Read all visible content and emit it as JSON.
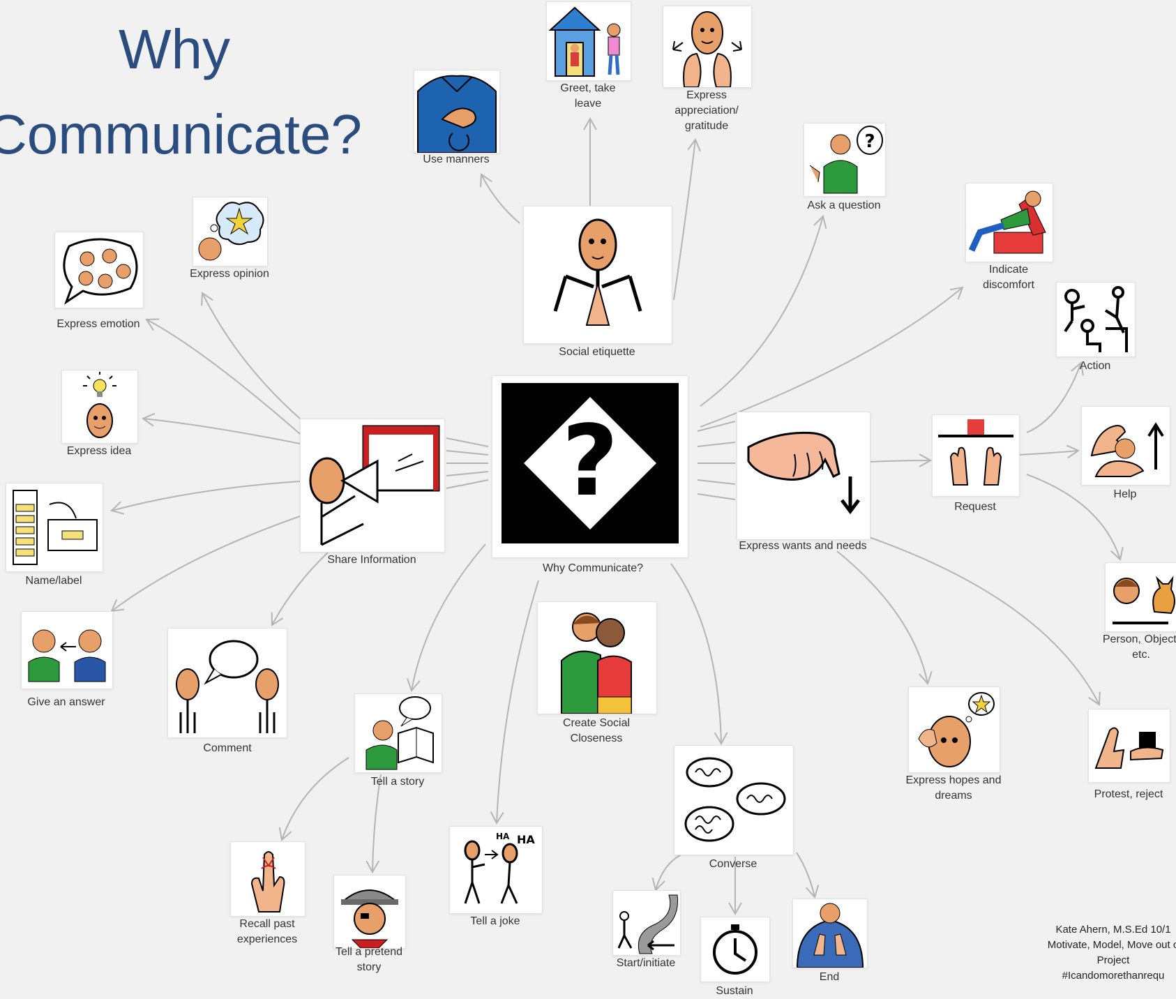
{
  "title": {
    "line1": "Why",
    "line2": "Communicate?"
  },
  "nodes": {
    "center": "Why Communicate?",
    "social_etiquette": "Social etiquette",
    "use_manners": "Use manners",
    "greet": "Greet, take leave",
    "express_appreciation": "Express appreciation/ gratitude",
    "ask_question": "Ask a question",
    "indicate_discomfort": "Indicate discomfort",
    "action": "Action",
    "express_opinion": "Express opinion",
    "express_emotion": "Express emotion",
    "express_idea": "Express idea",
    "name_label": "Name/label",
    "give_answer": "Give an answer",
    "share_information": "Share Information",
    "comment": "Comment",
    "tell_story": "Tell a story",
    "recall": "Recall past experiences",
    "pretend_story": "Tell a pretend story",
    "tell_joke": "Tell a joke",
    "create_closeness": "Create Social Closeness",
    "converse": "Converse",
    "start": "Start/initiate",
    "sustain": "Sustain",
    "end": "End",
    "express_wants": "Express wants and needs",
    "request": "Request",
    "help": "Help",
    "person_object": "Person, Object, etc.",
    "hopes_dreams": "Express hopes and dreams",
    "protest": "Protest, reject"
  },
  "credit": {
    "line1": "Kate Ahern, M.S.Ed 10/1",
    "line2": "Motivate, Model, Move out o",
    "line3": "Project",
    "line4": "#Icandomorethanrequ"
  },
  "icons": {
    "center": "question-diamond-icon",
    "social_etiquette": "praying-hands-person-icon",
    "use_manners": "hand-on-chest-icon",
    "greet": "house-greeting-icon",
    "express_appreciation": "hands-gratitude-icon",
    "ask_question": "question-bubble-person-icon",
    "indicate_discomfort": "reclining-person-icon",
    "action": "action-figures-icon",
    "express_opinion": "thought-bubble-icon",
    "express_emotion": "emotion-faces-bubble-icon",
    "express_idea": "lightbulb-head-icon",
    "name_label": "filing-label-icon",
    "give_answer": "two-people-answer-icon",
    "share_information": "megaphone-presentation-icon",
    "comment": "two-people-speech-icon",
    "tell_story": "storytelling-book-icon",
    "recall": "finger-string-icon",
    "pretend_story": "pirate-icon",
    "tell_joke": "laughing-people-icon",
    "create_closeness": "friends-hugging-icon",
    "converse": "speech-bubbles-icon",
    "start": "path-start-icon",
    "sustain": "timer-icon",
    "end": "hands-end-icon",
    "express_wants": "pointing-hand-icon",
    "request": "request-hands-icon",
    "help": "helping-hands-icon",
    "person_object": "person-cat-icon",
    "hopes_dreams": "dreaming-head-icon",
    "protest": "reject-hand-icon"
  },
  "colors": {
    "title": "#2b4c7e",
    "arrow": "#b4b4b4",
    "skin": "#e8a06a",
    "background": "#f1f1f1"
  }
}
